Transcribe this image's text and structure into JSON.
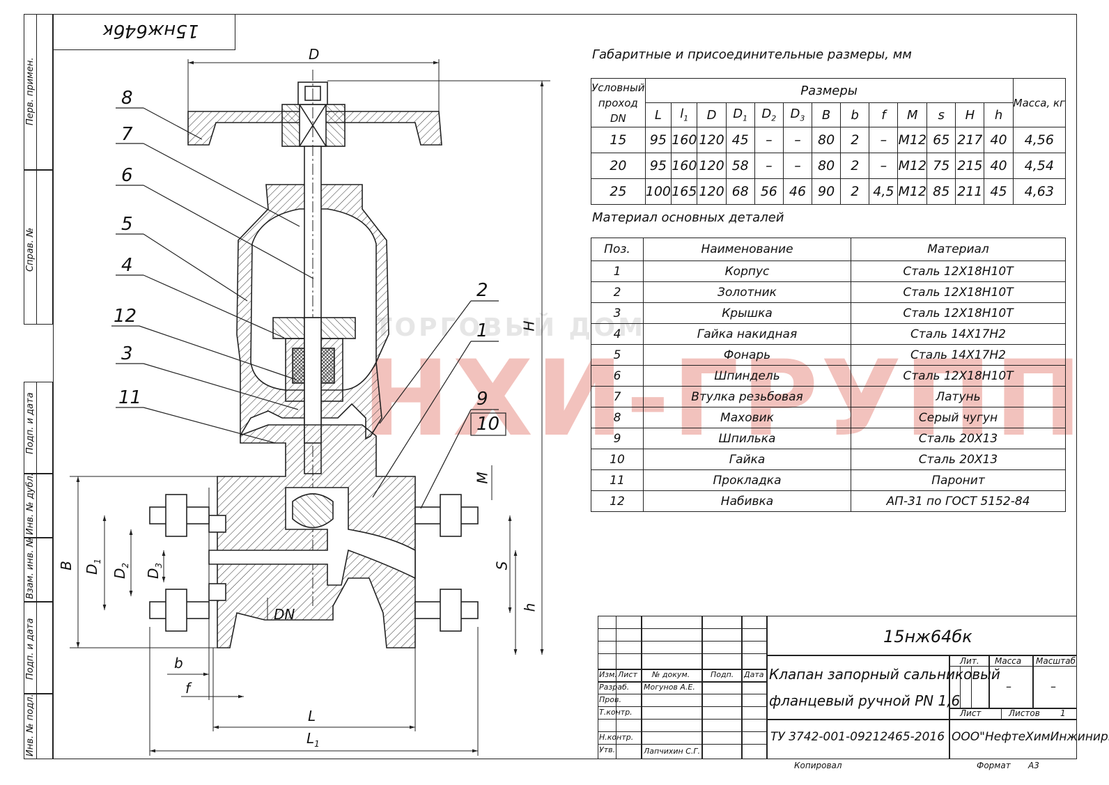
{
  "doc_code": "15нж64бк",
  "dim_caption": "Габаритные и присоединительные размеры, мм",
  "dim_table": {
    "col_dn": [
      "Условный",
      "проход DN"
    ],
    "sizes_header": "Размеры",
    "mass_header": "Масса, кг",
    "columns": [
      "L",
      "l1",
      "D",
      "D1",
      "D2",
      "D3",
      "B",
      "b",
      "f",
      "M",
      "s",
      "H",
      "h"
    ],
    "rows": [
      [
        "15",
        "95",
        "160",
        "120",
        "45",
        "–",
        "–",
        "80",
        "2",
        "–",
        "M12",
        "65",
        "217",
        "40",
        "4,56"
      ],
      [
        "20",
        "95",
        "160",
        "120",
        "58",
        "–",
        "–",
        "80",
        "2",
        "–",
        "M12",
        "75",
        "215",
        "40",
        "4,54"
      ],
      [
        "25",
        "100",
        "165",
        "120",
        "68",
        "56",
        "46",
        "90",
        "2",
        "4,5",
        "M12",
        "85",
        "211",
        "45",
        "4,63"
      ]
    ]
  },
  "mat_caption": "Материал основных деталей",
  "mat_table": {
    "headers": [
      "Поз.",
      "Наименование",
      "Материал"
    ],
    "rows": [
      [
        "1",
        "Корпус",
        "Сталь 12Х18Н10Т"
      ],
      [
        "2",
        "Золотник",
        "Сталь 12Х18Н10Т"
      ],
      [
        "3",
        "Крышка",
        "Сталь 12Х18Н10Т"
      ],
      [
        "4",
        "Гайка накидная",
        "Сталь 14Х17Н2"
      ],
      [
        "5",
        "Фонарь",
        "Сталь 14Х17Н2"
      ],
      [
        "6",
        "Шпиндель",
        "Сталь 12Х18Н10Т"
      ],
      [
        "7",
        "Втулка резьбовая",
        "Латунь"
      ],
      [
        "8",
        "Маховик",
        "Серый чугун"
      ],
      [
        "9",
        "Шпилька",
        "Сталь 20Х13"
      ],
      [
        "10",
        "Гайка",
        "Сталь 20Х13"
      ],
      [
        "11",
        "Прокладка",
        "Паронит"
      ],
      [
        "12",
        "Набивка",
        "АП-31 по ГОСТ 5152-84"
      ]
    ]
  },
  "left_strip": [
    "Перв. примен.",
    "Справ. №",
    "Подп. и дата",
    "Инв. № дубл.",
    "Взам. инв. №",
    "Подп. и дата",
    "Инв. № подл."
  ],
  "callouts": [
    "8",
    "7",
    "6",
    "5",
    "4",
    "12",
    "3",
    "11",
    "2",
    "1",
    "9",
    "10"
  ],
  "dim_labels": {
    "D": "D",
    "H": "H",
    "M": "M",
    "B": "B",
    "D1": "D",
    "D2": "D",
    "D3": "D",
    "S": "S",
    "h": "h",
    "DN": "DN",
    "b": "b",
    "f": "f",
    "L": "L",
    "L1": "L",
    "sub1": "1",
    "sub2": "2",
    "sub3": "3"
  },
  "title_block": {
    "designation": "15нж64бк",
    "name_line1": "Клапан запорный сальниковый",
    "name_line2": "фланцевый ручной PN 1,6",
    "spec": "ТУ 3742-001-09212465-2016",
    "company": "ООО\"НефтеХимИнжиниринг\"",
    "lit": "Лит.",
    "mass": "Масса",
    "scale": "Масштаб",
    "mass_val": "–",
    "scale_val": "–",
    "sheet": "Лист",
    "sheets": "Листов",
    "sheets_val": "1",
    "hdr": [
      "Изм.",
      "Лист",
      "№ докум.",
      "Подп.",
      "Дата"
    ],
    "roles": [
      "Разраб.",
      "Пров.",
      "Т.контр.",
      "",
      "Н.контр.",
      "Утв."
    ],
    "dev_name": "Могунов А.Е.",
    "appr_name": "Лапчихин С.Г.",
    "copied": "Копировал",
    "format": "Формат",
    "format_val": "А3"
  },
  "watermark": {
    "line1": "ТОРГОВЫЙ ДОМ",
    "line2": "НХИ-ГРУПП"
  }
}
